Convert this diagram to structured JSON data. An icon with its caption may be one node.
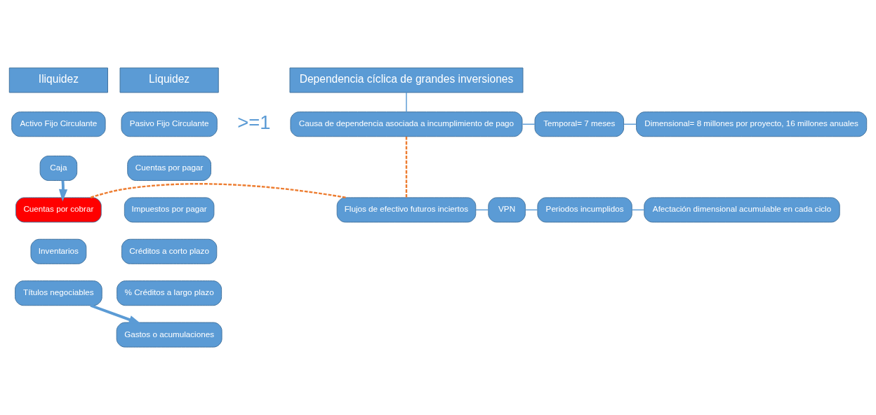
{
  "diagram": {
    "nodes": [
      {
        "text": [
          "Iliquidez"
        ]
      },
      {
        "text": [
          "Liquidez"
        ]
      },
      {
        "text": [
          "Dependencia cíclica de grandes inversiones"
        ]
      },
      {
        "text": [
          "Activo Fijo Circulante"
        ]
      },
      {
        "text": [
          "Pasivo Fijo Circulante"
        ]
      },
      {
        "text": [
          "Caja"
        ]
      },
      {
        "text": [
          "Cuentas por cobrar"
        ]
      },
      {
        "text": [
          "Inventarios"
        ]
      },
      {
        "text": [
          "Títulos negociables"
        ]
      },
      {
        "text": [
          "Cuentas por pagar"
        ]
      },
      {
        "text": [
          "Impuestos por pagar"
        ]
      },
      {
        "text": [
          "Créditos a corto plazo"
        ]
      },
      {
        "text": [
          "% Créditos a largo plazo"
        ]
      },
      {
        "text": [
          "Gastos o acumulaciones"
        ]
      },
      {
        "text": [
          "Causa de dependencia asociada a incumplimiento de pago"
        ]
      },
      {
        "text": [
          "Temporal= 7 meses"
        ]
      },
      {
        "text": [
          "Dimensional= 8 millones por proyecto, 16 millones anuales"
        ]
      },
      {
        "text": [
          "Flujos de efectivo futuros inciertos"
        ]
      },
      {
        "text": [
          "VPN"
        ]
      },
      {
        "text": [
          "Periodos incumplidos"
        ]
      },
      {
        "text": [
          "Afectación dimensional acumulable en cada ciclo"
        ]
      }
    ],
    "edges": [
      {
        "from": 2,
        "to": 14,
        "arrow": "none"
      },
      {
        "from": 14,
        "to": 15,
        "arrow": "none"
      },
      {
        "from": 15,
        "to": 16,
        "arrow": "none"
      },
      {
        "from": 14,
        "to": 17,
        "arrow": "none",
        "style": "dashed",
        "color": "#ed7d31"
      },
      {
        "from": 17,
        "to": 18,
        "arrow": "none"
      },
      {
        "from": 18,
        "to": 19,
        "arrow": "none"
      },
      {
        "from": 19,
        "to": 20,
        "arrow": "none"
      },
      {
        "from": 6,
        "to": 17,
        "arrow": "none",
        "style": "dashed",
        "color": "#ed7d31"
      },
      {
        "from": 5,
        "to": 6,
        "arrow": "to",
        "style": "thick"
      },
      {
        "from": 8,
        "to": 13,
        "arrow": "to",
        "style": "thick"
      }
    ],
    "labels": [
      ">=1"
    ]
  }
}
